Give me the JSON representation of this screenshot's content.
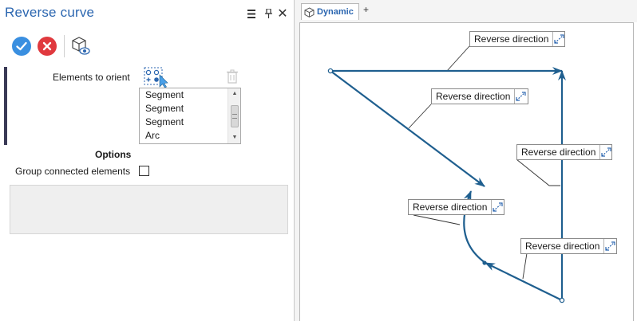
{
  "panel": {
    "title": "Reverse curve",
    "menu_icon": "menu-icon",
    "pin_icon": "pin-icon",
    "close_glyph": "✕",
    "elements_label": "Elements to orient",
    "list_items": [
      "Segment",
      "Segment",
      "Segment",
      "Arc"
    ],
    "options_heading": "Options",
    "group_label": "Group connected elements",
    "group_checked": false
  },
  "view": {
    "tab_label": "Dynamic",
    "add_tab": "+",
    "reverse_labels": [
      "Reverse direction",
      "Reverse direction",
      "Reverse direction",
      "Reverse direction",
      "Reverse direction"
    ]
  },
  "colors": {
    "accent": "#2b66b0",
    "ok": "#3a8fe0",
    "cancel": "#e0393e",
    "curve": "#1f5f8f"
  }
}
